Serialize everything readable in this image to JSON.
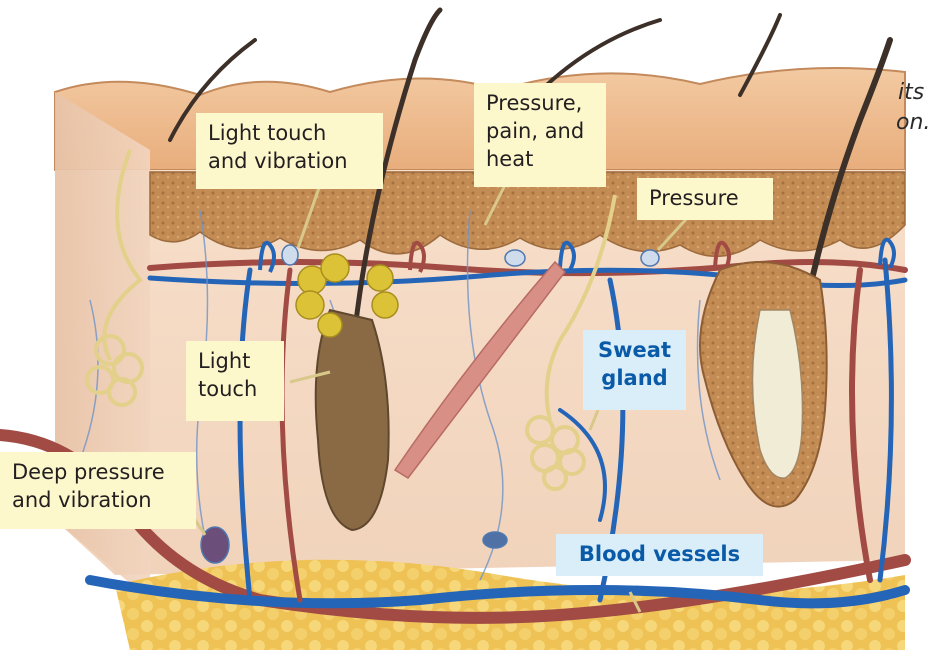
{
  "caption_fragments": [
    "its",
    "on."
  ],
  "labels": {
    "light_touch_vibration": "Light touch\nand vibration",
    "pressure_pain_heat": "Pressure,\npain, and\nheat",
    "pressure": "Pressure",
    "light_touch": "Light\ntouch",
    "sweat_gland": "Sweat\ngland",
    "deep_pressure_vibration": "Deep pressure\nand vibration",
    "blood_vessels": "Blood vessels"
  },
  "colors": {
    "sensory_label_bg": "#fdf7cc",
    "structure_label_bg": "#d9eef9",
    "structure_label_text": "#0a5aa8",
    "artery": "#a24a44",
    "vein": "#2565b8",
    "epidermis": "#b88247",
    "dermis": "#f6dcc6",
    "fat": "#f0c75c",
    "hair": "#3c3028",
    "gland": "#dcc56a",
    "muscle": "#d88f86"
  }
}
